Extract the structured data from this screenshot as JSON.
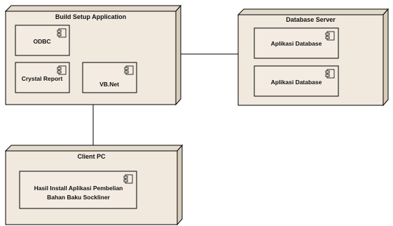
{
  "colors": {
    "node_fill": "#f1e9de",
    "node_top": "#e4dacb",
    "node_side": "#d8ccba",
    "component_fill": "#f4ece2",
    "stroke": "#000000",
    "connector": "#000000"
  },
  "icon": "uml-component-icon",
  "nodes": {
    "build_setup": {
      "title": "Build Setup Application",
      "components": {
        "odbc": "ODBC",
        "crystal_report": "Crystal Report",
        "vbnet": "VB.Net"
      }
    },
    "database_server": {
      "title": "Database Server",
      "components": {
        "db_app_1": "Aplikasi Database",
        "db_app_2": "Aplikasi Database"
      }
    },
    "client_pc": {
      "title": "Client PC",
      "components": {
        "install_line1": "Hasil Install Aplikasi Pembelian",
        "install_line2": "Bahan Baku Sockliner"
      }
    }
  }
}
